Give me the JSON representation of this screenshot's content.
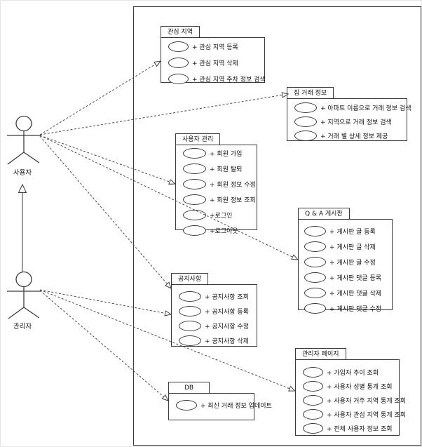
{
  "diagram": {
    "type": "uml-use-case-diagram",
    "colors": {
      "line": "#3a3a3a",
      "background": "#ffffff"
    },
    "actors": [
      {
        "name": "사용자"
      },
      {
        "name": "관리자"
      }
    ],
    "packages": [
      {
        "name": "관심 지역",
        "use_cases": [
          "+ 관심 지역 등록",
          "+ 관심 지역 삭제",
          "+ 관심 지역 주차 정보 검색"
        ]
      },
      {
        "name": "집 거래 정보",
        "use_cases": [
          "+ 아파트 이름으로 거래 정보 검색",
          "+ 지역으로 거래 정보 검색",
          "+ 거래 별 상세 정보 제공"
        ]
      },
      {
        "name": "사용자 관리",
        "use_cases": [
          "+ 회원 가입",
          "+ 회원 탈퇴",
          "+ 회원 정보 수정",
          "+ 회원 정보 조회",
          "+로그인",
          "+로그아웃"
        ]
      },
      {
        "name": "Q & A 게시판",
        "use_cases": [
          "+ 게시판 글 등록",
          "+ 게시판 글 삭제",
          "+ 게시판 글 수정",
          "+ 게시판 댓글 등록",
          "+ 게시판 댓글 삭제",
          "+ 게시판 댓글 수정"
        ]
      },
      {
        "name": "공지사항",
        "use_cases": [
          "+ 공지사항 조회",
          "+ 공지사항 등록",
          "+ 공지사항 수정",
          "+ 공지사항 삭제"
        ]
      },
      {
        "name": "DB",
        "use_cases": [
          "+ 최신 거래 정보 업데이트"
        ]
      },
      {
        "name": "관리자 페이지",
        "use_cases": [
          "+ 가입자 추이 조회",
          "+ 사용자 성별 통계 조회",
          "+ 사용자 거주 지역 통계 조회",
          "+ 사용자 관심 지역 통계 조회",
          "+ 전체 사용자 정보 조회"
        ]
      }
    ],
    "relations": [
      {
        "from": "관리자",
        "to": "사용자",
        "type": "generalization"
      },
      {
        "from": "사용자",
        "to": "관심 지역",
        "type": "dependency"
      },
      {
        "from": "사용자",
        "to": "집 거래 정보",
        "type": "dependency"
      },
      {
        "from": "사용자",
        "to": "사용자 관리",
        "type": "dependency"
      },
      {
        "from": "사용자",
        "to": "Q & A 게시판",
        "type": "dependency"
      },
      {
        "from": "사용자",
        "to": "공지사항",
        "type": "dependency"
      },
      {
        "from": "관리자",
        "to": "공지사항",
        "type": "dependency"
      },
      {
        "from": "관리자",
        "to": "DB",
        "type": "dependency"
      },
      {
        "from": "관리자",
        "to": "관리자 페이지",
        "type": "dependency"
      }
    ]
  }
}
